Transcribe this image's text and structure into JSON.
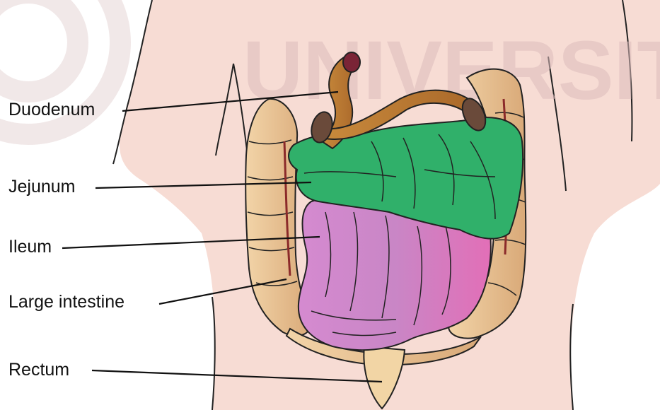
{
  "watermark": {
    "text": "UNIVERSITY"
  },
  "labels": {
    "duodenum": "Duodenum",
    "jejunum": "Jejunum",
    "ileum": "Ileum",
    "large_intestine": "Large intestine",
    "rectum": "Rectum"
  },
  "colors": {
    "skin": "#f6ddd6",
    "skin_outline": "#222222",
    "colon": "#f0cfa3",
    "colon_shadow": "#c99a68",
    "duodenum": "#c98a3c",
    "jejunum": "#2fb46a",
    "ileum": "#d67fc4",
    "rectum": "#f2d5a5",
    "cut_end": "#6a4a3a",
    "watermark": "#e7cfcb"
  }
}
